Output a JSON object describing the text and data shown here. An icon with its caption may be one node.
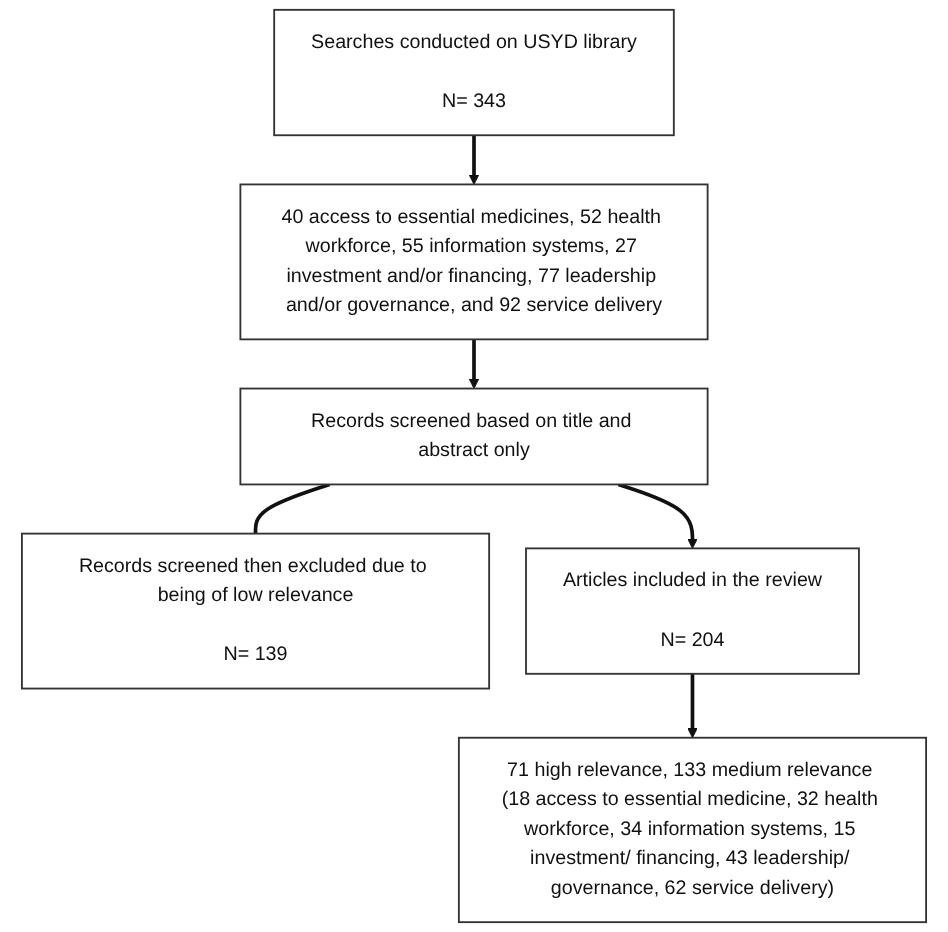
{
  "diagram": {
    "nodes": [
      {
        "text": [
          "Searches conducted on USYD library",
          "N= 343"
        ]
      },
      {
        "text": [
          "40 access to essential medicines, 52 health workforce, 55 information systems, 27 investment and/or financing, 77 leadership and/or governance, and 92 service delivery"
        ]
      },
      {
        "text": [
          "Records screened based on title and abstract only"
        ]
      },
      {
        "text": [
          "Records screened then excluded due to being of low relevance",
          "N= 139"
        ]
      },
      {
        "text": [
          "Articles included in the review",
          "N= 204"
        ]
      },
      {
        "text": [
          "71 high relevance, 133 medium relevance (18 access to essential medicine, 32 health workforce, 34 information systems, 15 investment/ financing, 43 leadership/ governance, 62 service delivery)"
        ]
      }
    ],
    "edges": [
      {
        "from": 0,
        "to": 1,
        "arrow": "to"
      },
      {
        "from": 1,
        "to": 2,
        "arrow": "to"
      },
      {
        "from": 2,
        "to": 4,
        "arrow": "to"
      },
      {
        "from": 2,
        "to": 3,
        "arrow": "none"
      },
      {
        "from": 4,
        "to": 5,
        "arrow": "to"
      }
    ]
  }
}
